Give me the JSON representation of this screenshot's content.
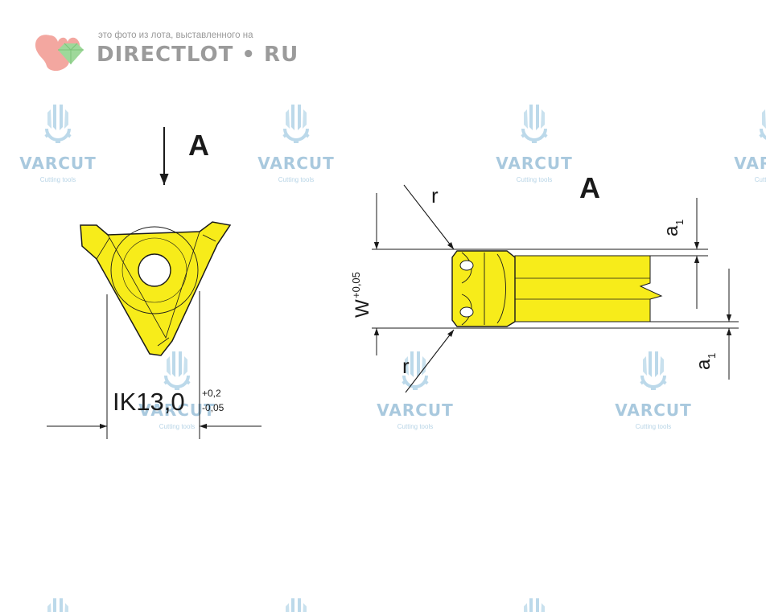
{
  "header": {
    "caption": "это фото из лота, выставленного на",
    "brand": "DIRECTLOT • RU",
    "brand_color": "#9b9b9b",
    "logo_icon": "squirrel-with-gem-icon"
  },
  "watermark": {
    "name": "VARCUT",
    "tagline": "Cutting tools",
    "icon": "cutting-tool-gear-icon",
    "color": "#a9c9de"
  },
  "diagram": {
    "insert_color": "#f7ec1a",
    "view_arrow_label": "A",
    "view_title": "A",
    "ik_label": "IK13,0",
    "ik_tol_upper": "+0,2",
    "ik_tol_lower": "-0,05",
    "width_label": "W",
    "width_tol": "+0,05",
    "radius_top_label": "r",
    "radius_bottom_label": "r",
    "a1_top_label": "a",
    "a1_top_sub": "1",
    "a1_bottom_label": "a",
    "a1_bottom_sub": "1"
  }
}
